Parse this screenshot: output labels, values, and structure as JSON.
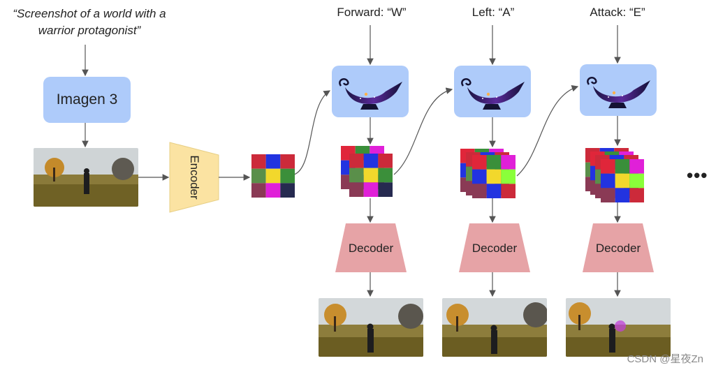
{
  "prompt": "“Screenshot of a world with a warrior protagonist”",
  "imagen_label": "Imagen 3",
  "encoder_label": "Encoder",
  "decoder_label": "Decoder",
  "actions": [
    "Forward: “W”",
    "Left: “A”",
    "Attack: “E”"
  ],
  "ellipsis": "•••",
  "watermark": "CSDN @星夜Zn",
  "colors": {
    "model_box": "#aecbfa",
    "encoder": "#fbe3a2",
    "decoder": "#e6a3a6",
    "latent_tiles": [
      "#cc2a3a",
      "#2233e0",
      "#cc2a3a",
      "#5a8f4a",
      "#f2d82c",
      "#3b8f3a",
      "#8a3a55",
      "#e020d8",
      "#262a50"
    ]
  }
}
